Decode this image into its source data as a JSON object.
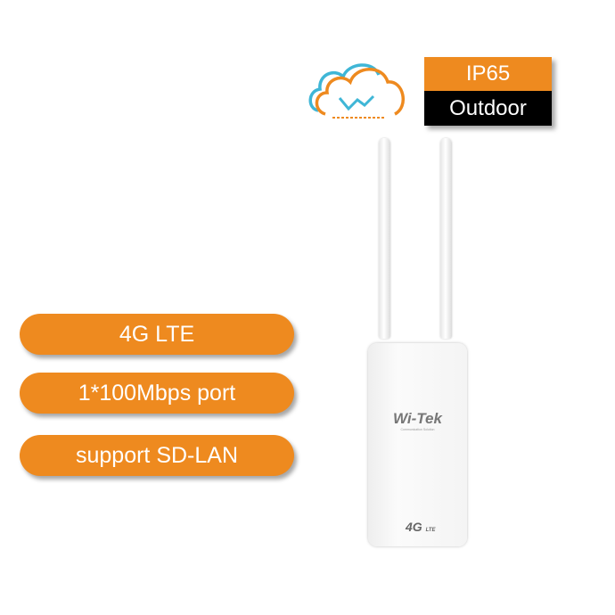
{
  "features": [
    "4G LTE",
    "1*100Mbps port",
    "support SD-LAN"
  ],
  "badge": {
    "top": "IP65",
    "bottom": "Outdoor"
  },
  "device": {
    "brand": "Wi-Tek",
    "tagline": "Communication Solution",
    "network": "4G",
    "network_sub": "LTE"
  },
  "colors": {
    "accent": "#ee8a1f",
    "cloud_blue": "#3fb6d6"
  }
}
